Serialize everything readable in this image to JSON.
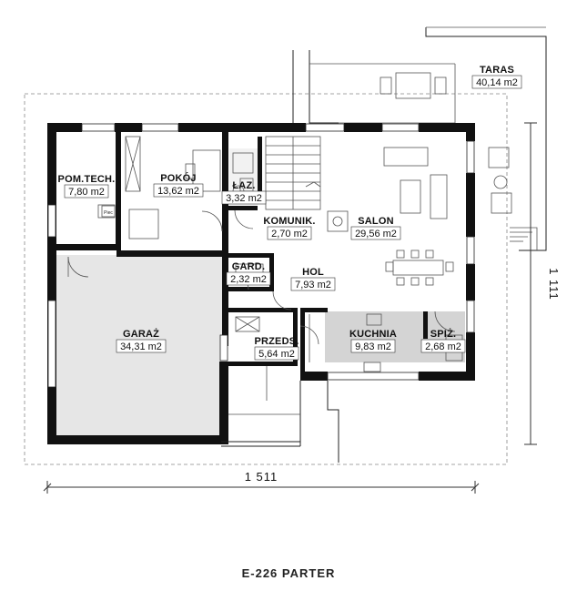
{
  "rooms": [
    {
      "key": "pom_tech",
      "name": "POM.TECH.",
      "area": "7,80 m2"
    },
    {
      "key": "pokoj",
      "name": "POKÓJ",
      "area": "13,62 m2"
    },
    {
      "key": "laz",
      "name": "ŁAZ.",
      "area": "3,32 m2"
    },
    {
      "key": "komunik",
      "name": "KOMUNIK.",
      "area": "2,70 m2"
    },
    {
      "key": "salon",
      "name": "SALON",
      "area": "29,56 m2"
    },
    {
      "key": "gard",
      "name": "GARD.",
      "area": "2,32 m2"
    },
    {
      "key": "hol",
      "name": "HOL",
      "area": "7,93 m2"
    },
    {
      "key": "garaz",
      "name": "GARAŻ",
      "area": "34,31 m2"
    },
    {
      "key": "przeds",
      "name": "PRZEDS.",
      "area": "5,64 m2"
    },
    {
      "key": "kuchnia",
      "name": "KUCHNIA",
      "area": "9,83 m2"
    },
    {
      "key": "spiz",
      "name": "SPIŻ.",
      "area": "2,68 m2"
    },
    {
      "key": "taras",
      "name": "TARAS",
      "area": "40,14 m2"
    }
  ],
  "fixtures": {
    "piec_label": "Piec"
  },
  "dimensions": {
    "width": "1 511",
    "depth": "1 111"
  },
  "caption": "E-226 PARTER",
  "colors": {
    "wall": "#111111",
    "kitchen_fill": "#d4d4d4",
    "garage_fill": "#e6e6e6",
    "floor": "#ffffff"
  }
}
